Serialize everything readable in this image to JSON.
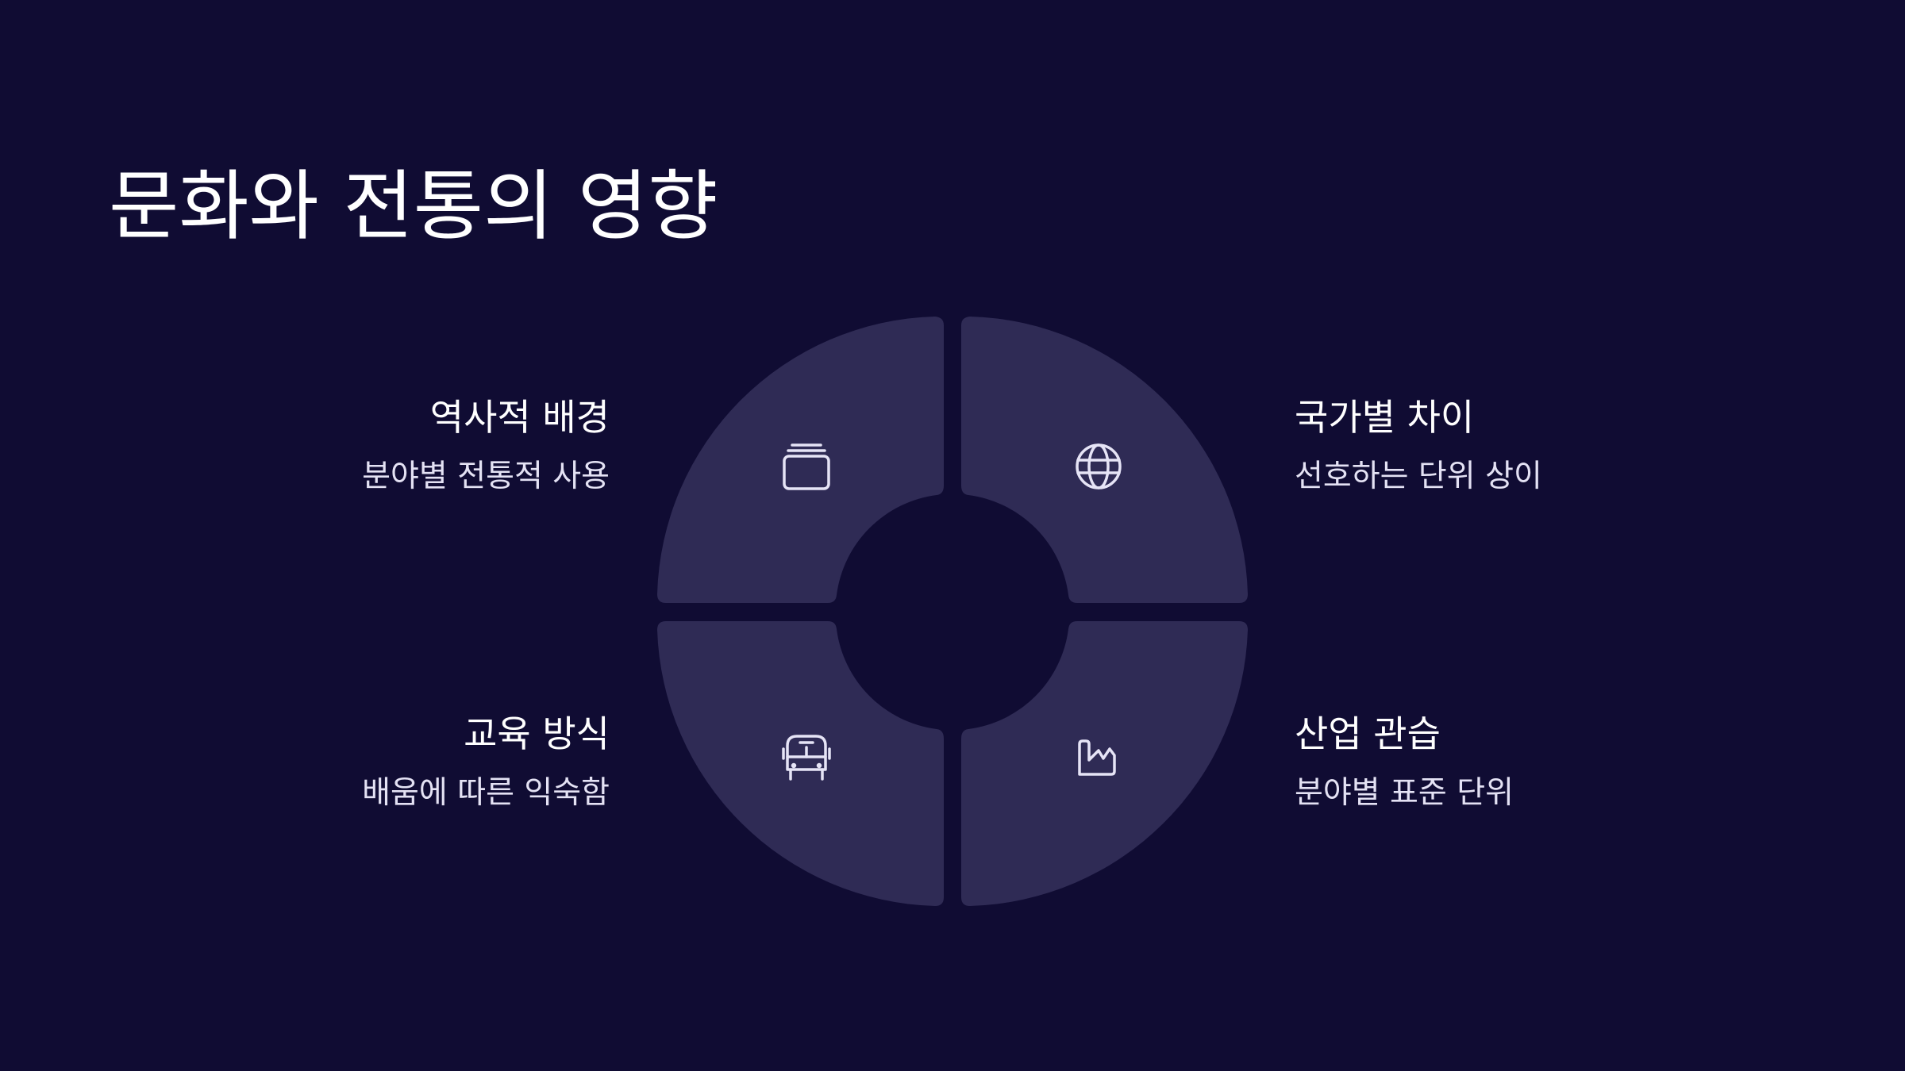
{
  "title": "문화와 전통의 영향",
  "colors": {
    "background": "#100c33",
    "segment": "#2f2b55",
    "icon_stroke": "#e6e4f6",
    "text": "#ffffff"
  },
  "segments": [
    {
      "id": "history",
      "title": "역사적 배경",
      "description": "분야별 전통적 사용",
      "icon": "cards-stack-icon",
      "position": "top-left"
    },
    {
      "id": "country",
      "title": "국가별 차이",
      "description": "선호하는 단위 상이",
      "icon": "globe-icon",
      "position": "top-right"
    },
    {
      "id": "education",
      "title": "교육 방식",
      "description": "배움에 따른 익숙함",
      "icon": "bus-icon",
      "position": "bottom-left"
    },
    {
      "id": "industry",
      "title": "산업 관습",
      "description": "분야별 표준 단위",
      "icon": "factory-icon",
      "position": "bottom-right"
    }
  ]
}
